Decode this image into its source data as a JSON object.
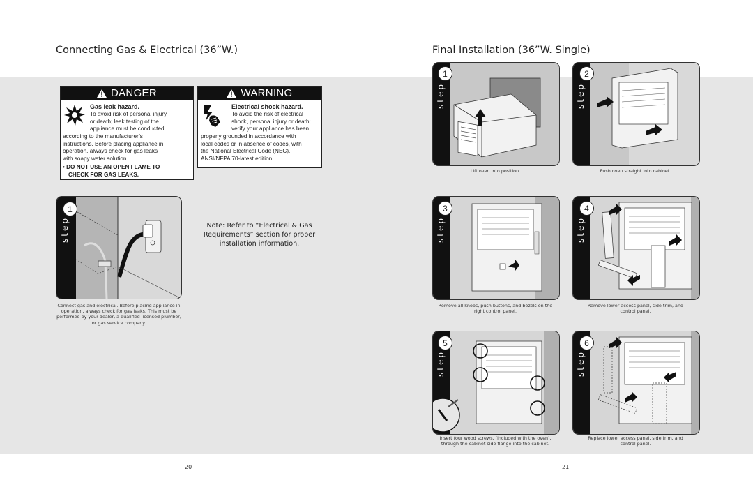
{
  "left": {
    "title": "Connecting Gas & Electrical (36”W.)",
    "danger": {
      "header": "DANGER",
      "subtitle": "Gas leak hazard.",
      "lines": [
        "To avoid risk of personal injury",
        "or death; leak testing of the",
        "appliance must be conducted",
        "according to the manufacturer’s",
        "instructions. Before placing appliance in",
        "operation, always check for gas leaks",
        "with soapy water solution."
      ],
      "bullet_lines": [
        "• DO NOT USE AN OPEN FLAME TO",
        "CHECK FOR GAS LEAKS."
      ]
    },
    "warning": {
      "header": "WARNING",
      "subtitle": "Electrical shock hazard.",
      "lines": [
        "To avoid the risk of electrical",
        "shock, personal injury or death;",
        "verify your appliance has been",
        "properly grounded in accordance with",
        "local codes or in absence of codes, with",
        "the National Electrical Code (NEC).",
        "ANSI/NFPA 70-latest edition."
      ]
    },
    "step": {
      "number": "1",
      "word": "step",
      "caption": [
        "Connect gas and electrical. Before placing appliance in",
        "operation, always check for gas leaks. This must be",
        "performed by your dealer, a qualified licensed plumber,",
        "or gas service company."
      ]
    },
    "note": [
      "Note: Refer to “Electrical & Gas",
      "Requirements” section for proper",
      "installation information."
    ],
    "page_number": "20"
  },
  "right": {
    "title": "Final Installation (36”W. Single)",
    "steps": [
      {
        "number": "1",
        "word": "step",
        "caption": [
          "Lift oven into position."
        ]
      },
      {
        "number": "2",
        "word": "step",
        "caption": [
          "Push oven straight into cabinet."
        ]
      },
      {
        "number": "3",
        "word": "step",
        "caption": [
          "Remove all knobs, push buttons, and bezels on the",
          "right control panel."
        ]
      },
      {
        "number": "4",
        "word": "step",
        "caption": [
          "Remove lower access panel, side trim, and",
          "control panel."
        ]
      },
      {
        "number": "5",
        "word": "step",
        "caption": [
          "Insert four wood screws, (included with the oven),",
          "through the cabinet side flange into the cabinet."
        ]
      },
      {
        "number": "6",
        "word": "step",
        "caption": [
          "Replace lower access panel, side trim, and",
          "control panel."
        ]
      }
    ],
    "page_number": "21"
  }
}
